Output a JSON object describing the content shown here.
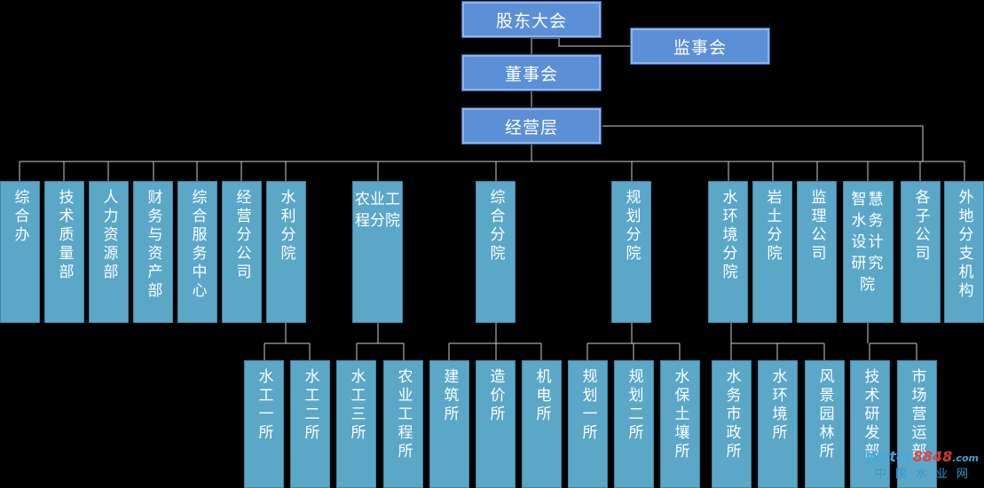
{
  "top": {
    "shareholders": "股东大会",
    "supervisors": "监事会",
    "board": "董事会",
    "management": "经营层"
  },
  "departments": [
    "综合办",
    "技术质量部",
    "人力资源部",
    "财务与资产部",
    "综合服务中心",
    "经营分公司",
    "水利分院",
    "农业工程分院",
    "综合分院",
    "规划分院",
    "水环境分院",
    "岩土分院",
    "监理公司",
    "智慧水务设计研究院",
    "各子公司",
    "外地分支机构"
  ],
  "subunits": {
    "water_conservancy": [
      "水工一所",
      "水工二所"
    ],
    "agri": [
      "水工三所",
      "农业工程所"
    ],
    "general": [
      "建筑所",
      "造价所",
      "机电所"
    ],
    "planning": [
      "规划一所",
      "规划二所",
      "水保土壤所"
    ],
    "water_env": [
      "水务市政所",
      "水环境所",
      "风景园林所"
    ],
    "smart": [
      "技术研发部",
      "市场营运部"
    ]
  },
  "watermark": {
    "brand": "Water",
    "num": "8848",
    "suffix": ".com",
    "cn": "中国水业网"
  }
}
